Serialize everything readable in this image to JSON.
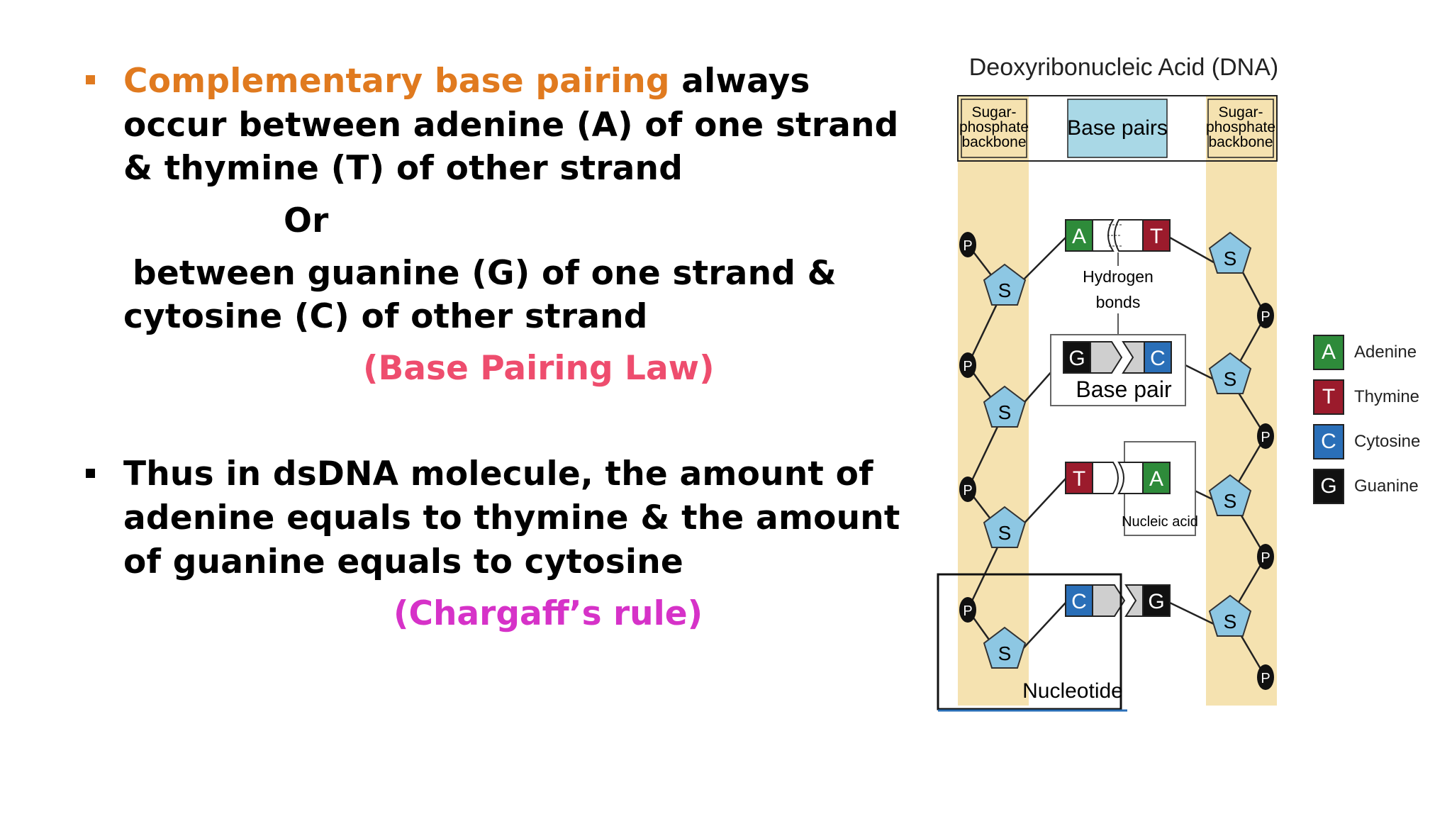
{
  "slide": {
    "bullet1": {
      "highlight": "Complementary base pairing",
      "line1_rest": " always",
      "line2": "occur between adenine (A) of one strand",
      "line3": "& thymine (T) of other strand",
      "or": "Or",
      "line4": "between guanine (G) of one strand &",
      "line5": "cytosine (C)  of other strand",
      "law": "(Base Pairing Law)"
    },
    "bullet2": {
      "line1": "Thus in dsDNA molecule, the amount of",
      "line2": "adenine equals to thymine & the amount",
      "line3": "of guanine equals to cytosine",
      "rule": "(Chargaff’s  rule)"
    }
  },
  "diagram": {
    "title": "Deoxyribonucleic Acid (DNA)",
    "header_left": [
      "Sugar-",
      "phosphate",
      "backbone"
    ],
    "header_mid": "Base pairs",
    "header_right": [
      "Sugar-",
      "phosphate",
      "backbone"
    ],
    "phosphate": "P",
    "sugar": "S",
    "pairs": [
      {
        "left": "A",
        "right": "T"
      },
      {
        "left": "G",
        "right": "C"
      },
      {
        "left": "T",
        "right": "A"
      },
      {
        "left": "C",
        "right": "G"
      }
    ],
    "labels": {
      "hydrogen_bonds": [
        "Hydrogen",
        "bonds"
      ],
      "base_pair": "Base pair",
      "nucleic_acid": "Nucleic acid",
      "nucleotide": "Nucleotide"
    },
    "legend": [
      {
        "letter": "A",
        "name": "Adenine",
        "color": "#2e8b3a"
      },
      {
        "letter": "T",
        "name": "Thymine",
        "color": "#9b1b2c"
      },
      {
        "letter": "C",
        "name": "Cytosine",
        "color": "#2a6fb8"
      },
      {
        "letter": "G",
        "name": "Guanine",
        "color": "#111111"
      }
    ],
    "colors": {
      "backbone": "#f5e2b0",
      "header_mid": "#a9d8e6",
      "sugar": "#8dc7e3",
      "A": "#2e8b3a",
      "T": "#9b1b2c",
      "C": "#2a6fb8",
      "G": "#111111"
    }
  }
}
